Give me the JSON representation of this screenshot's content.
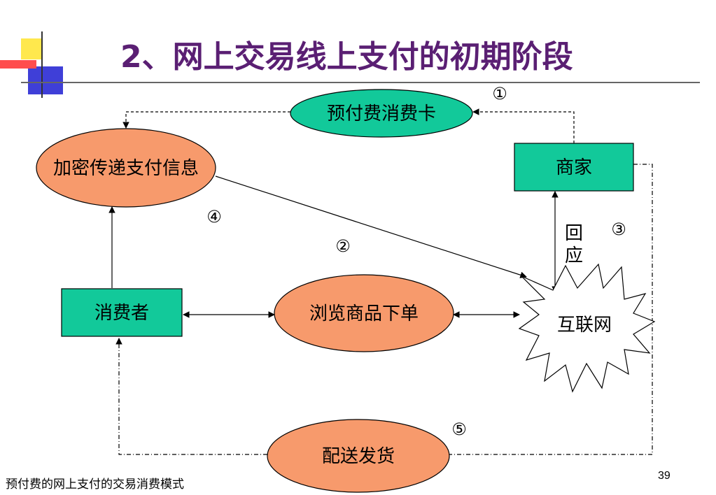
{
  "title": "2、网上交易线上支付的初期阶段",
  "footer": {
    "caption": "预付费的网上支付的交易消费模式",
    "page_number": "39"
  },
  "nodes": {
    "prepaid_card": "预付费消费卡",
    "encrypt": "加密传递支付信息",
    "merchant": "商家",
    "consumer": "消费者",
    "browse": "浏览商品下单",
    "internet": "互联网",
    "delivery": "配送发货"
  },
  "labels": {
    "respond_1": "回",
    "respond_2": "应",
    "step1": "①",
    "step2": "②",
    "step3": "③",
    "step4": "④",
    "step5": "⑤"
  },
  "colors": {
    "title": "#5a1f73",
    "ellipse_green": "#12c99a",
    "ellipse_orange": "#f79a6c",
    "rect_green": "#12c99a"
  }
}
